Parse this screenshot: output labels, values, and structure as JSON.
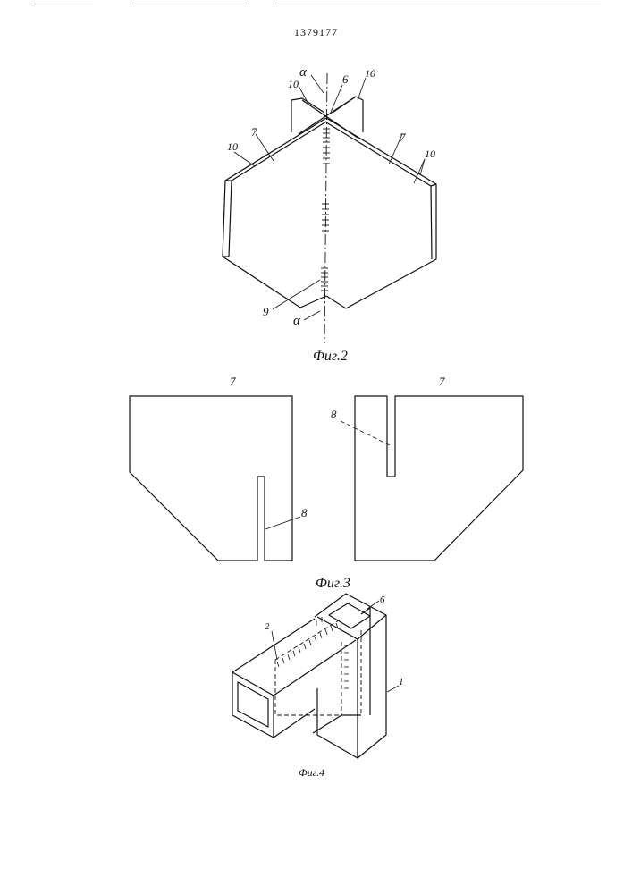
{
  "header": {
    "patent_number": "1379177"
  },
  "figure2": {
    "caption": "Фиг.2",
    "labels": {
      "axis_top": "α",
      "axis_bottom": "α",
      "weld": "6",
      "plate_left": "7",
      "plate_right": "7",
      "rib_top_left": "10",
      "rib_top_right": "10",
      "rib_left": "10",
      "rib_right": "10",
      "seam": "9"
    }
  },
  "figure3": {
    "caption": "Фиг.3",
    "labels": {
      "plate_left": "7",
      "plate_right": "7",
      "slot_left": "8",
      "slot_right": "8"
    }
  },
  "figure4": {
    "caption": "Фиг.4",
    "labels": {
      "weld": "6",
      "beam": "2",
      "post": "1"
    }
  },
  "colors": {
    "ink": "#111111",
    "paper": "#ffffff"
  }
}
